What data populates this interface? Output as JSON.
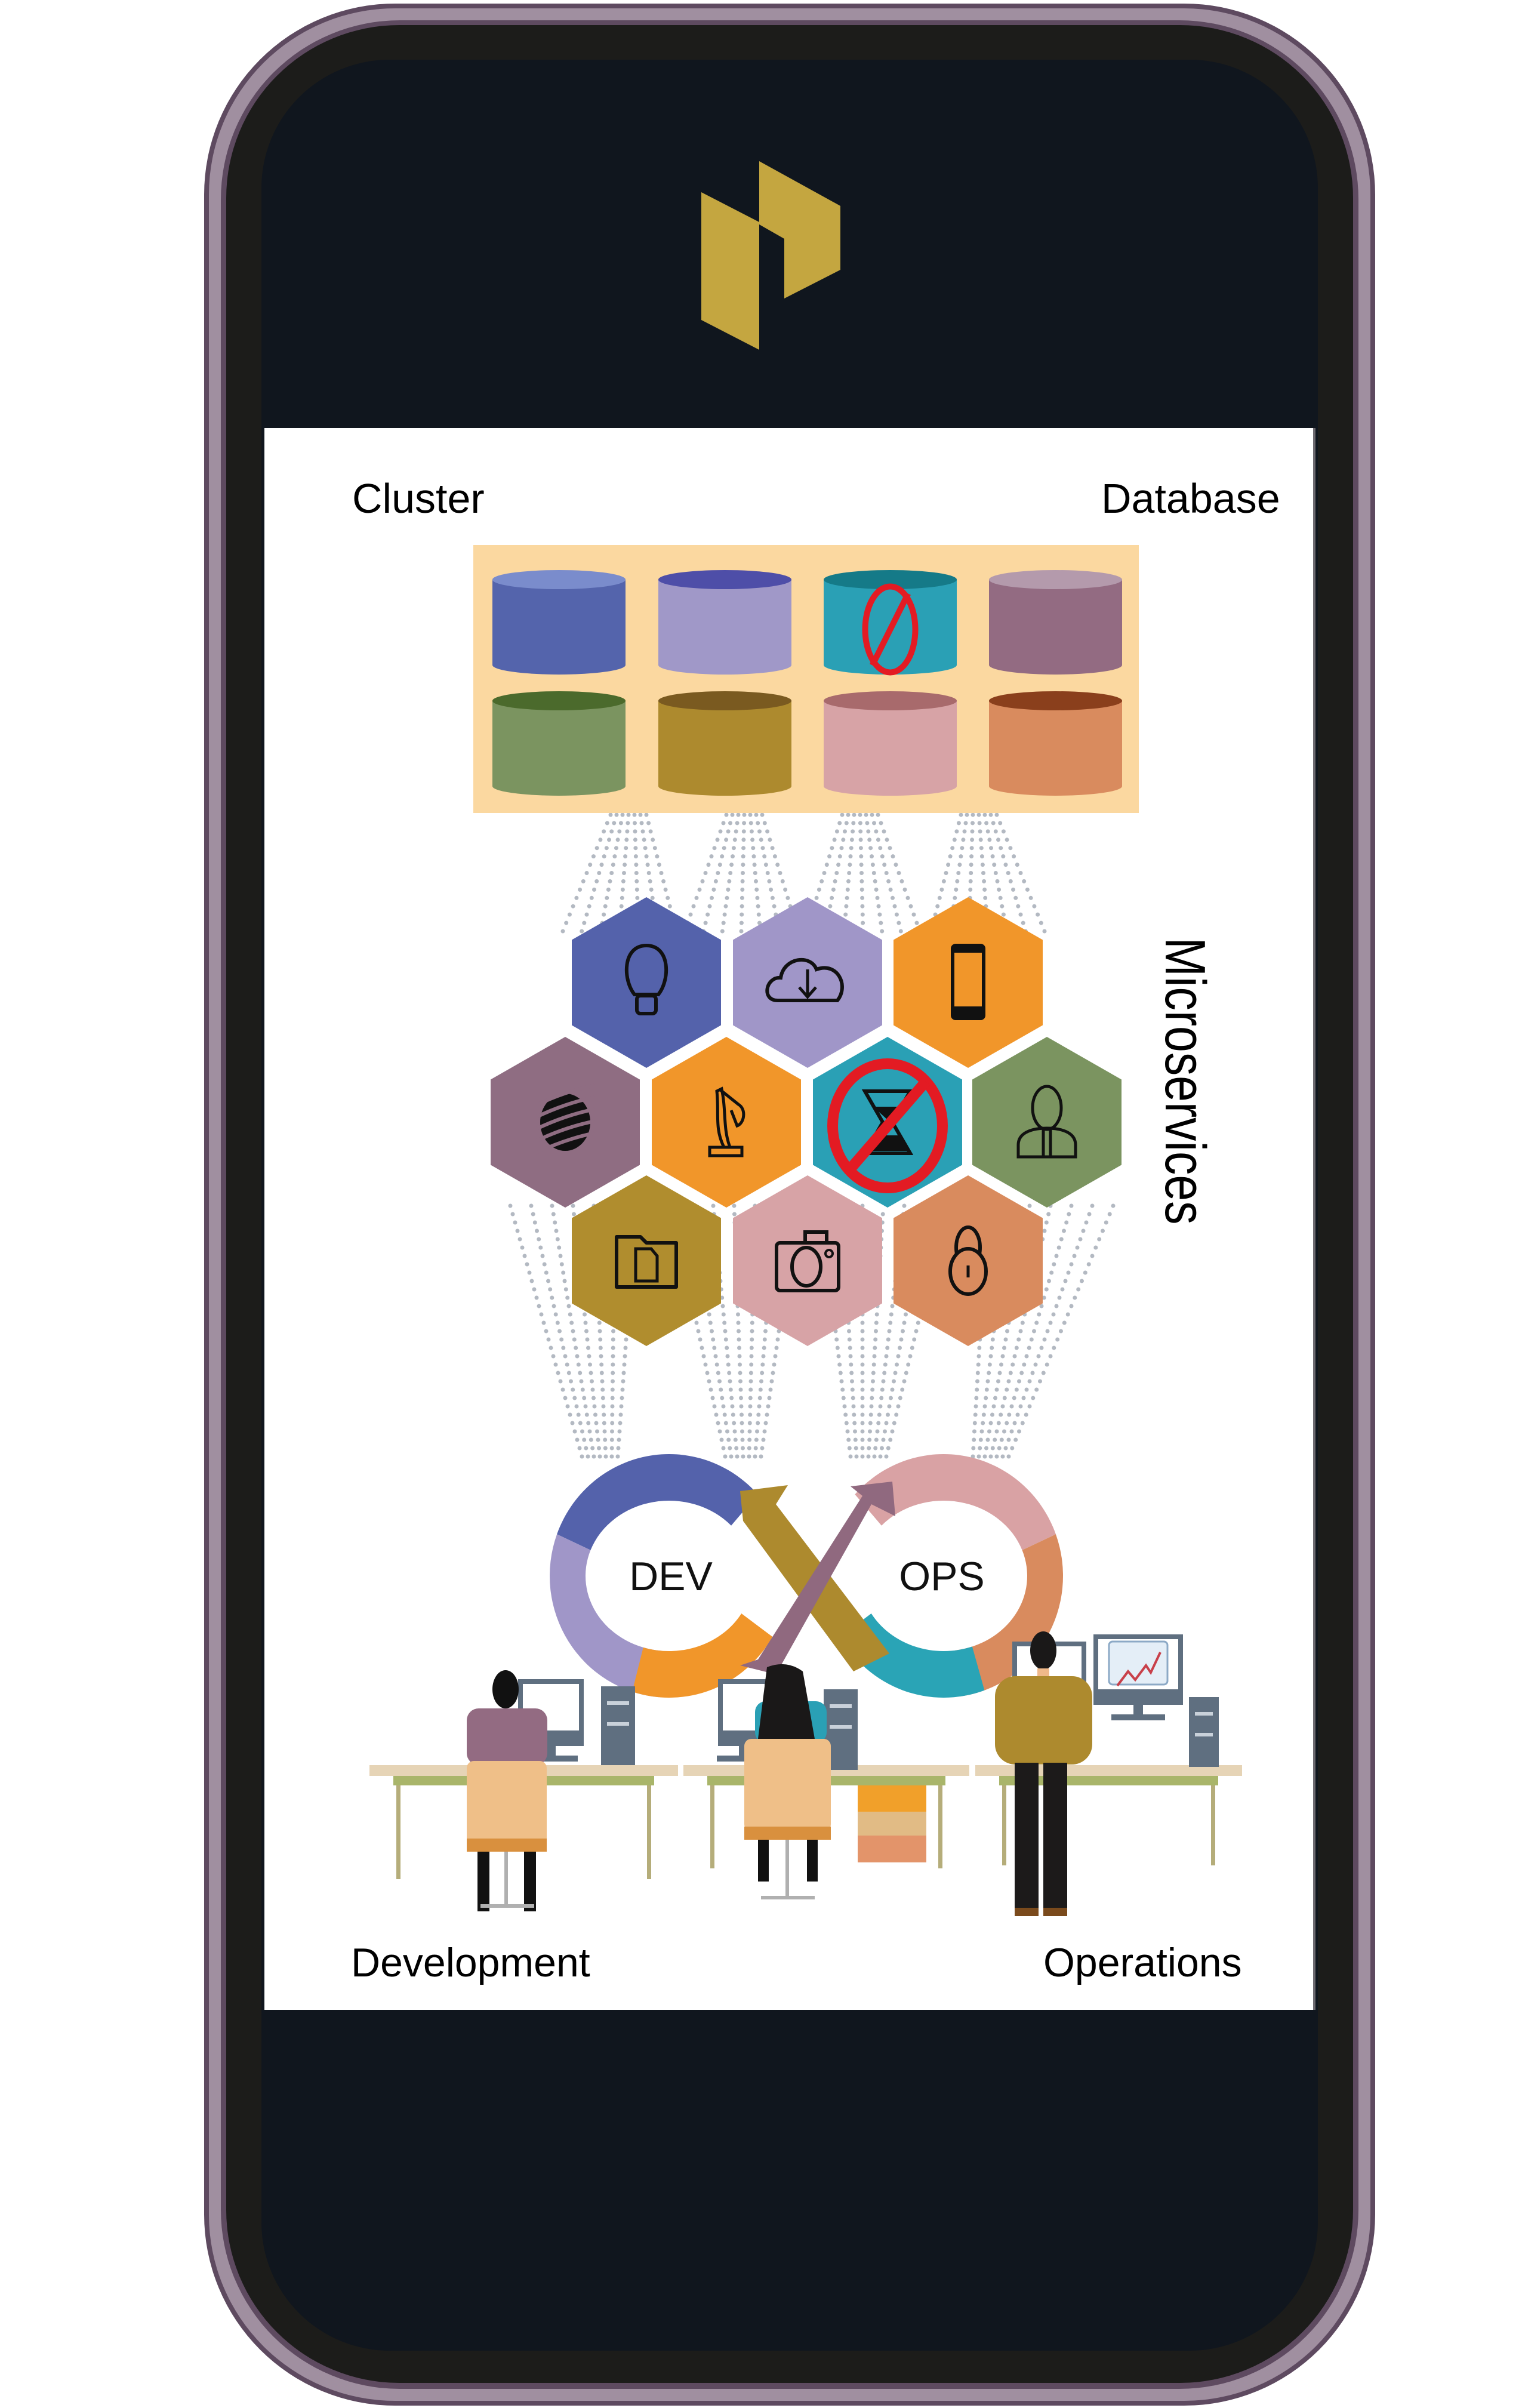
{
  "device": {
    "type": "smartphone-mockup",
    "colors": {
      "rim": "#5e4a60",
      "rim_highlight": "#a08fa0",
      "body": "#1c1c1a",
      "screen": "#10161e"
    }
  },
  "logo": {
    "name": "gold-parallelogram-logo",
    "color": "#c4a640"
  },
  "labels": {
    "cluster": "Cluster",
    "database": "Database",
    "microservices": "Microservices",
    "development": "Development",
    "operations": "Operations",
    "dev": "DEV",
    "ops": "OPS"
  },
  "database_cluster": {
    "background": "#fbd8a0",
    "cylinders": [
      {
        "name": "db-blue",
        "body": "#5464ac",
        "top": "#7a8ccc",
        "blocked": false
      },
      {
        "name": "db-lavender",
        "body": "#a098c8",
        "top": "#4e4ea8",
        "blocked": false
      },
      {
        "name": "db-teal",
        "body": "#2aa0b5",
        "top": "#157a88",
        "blocked": true
      },
      {
        "name": "db-mauve",
        "body": "#936b82",
        "top": "#b49aac",
        "blocked": false
      },
      {
        "name": "db-green",
        "body": "#7b9460",
        "top": "#4b6a2c",
        "blocked": false
      },
      {
        "name": "db-ochre",
        "body": "#ad8a2e",
        "top": "#7a5a20",
        "blocked": false
      },
      {
        "name": "db-pink",
        "body": "#d7a3a6",
        "top": "#a86a6c",
        "blocked": false
      },
      {
        "name": "db-orange",
        "body": "#d98b5e",
        "top": "#8a3f1c",
        "blocked": false
      }
    ]
  },
  "microservices": {
    "hexes": [
      {
        "icon": "lightbulb",
        "color": "#5462ab",
        "blocked": false
      },
      {
        "icon": "cloud-download",
        "color": "#a096c8",
        "blocked": false
      },
      {
        "icon": "mobile-phone",
        "color": "#f1962a",
        "blocked": false
      },
      {
        "icon": "planet",
        "color": "#8f6d82",
        "blocked": false
      },
      {
        "icon": "desk-lamp",
        "color": "#f1962a",
        "blocked": false
      },
      {
        "icon": "hourglass",
        "color": "#2aa0b5",
        "blocked": true
      },
      {
        "icon": "user",
        "color": "#7b9460",
        "blocked": false
      },
      {
        "icon": "folder-file",
        "color": "#b08d2e",
        "blocked": false
      },
      {
        "icon": "camera",
        "color": "#d7a3a6",
        "blocked": false
      },
      {
        "icon": "padlock",
        "color": "#d98b5e",
        "blocked": false
      }
    ],
    "block_color": "#e31b23"
  },
  "devops_loop": {
    "segments": {
      "dev_top": "#5462ab",
      "dev_left": "#a096c8",
      "dev_bottom": "#f1962a",
      "cross_down": "#ad8a2e",
      "cross_up": "#90697f",
      "ops_top": "#d9a2a4",
      "ops_right": "#d98b5e",
      "ops_bottom": "#2aa4b6"
    }
  },
  "people": [
    {
      "role": "developer-seated",
      "shirt": "#936b82"
    },
    {
      "role": "developer-seated-long-hair",
      "shirt": "#2aa0b5"
    },
    {
      "role": "operator-standing",
      "shirt": "#ad8a2e"
    }
  ]
}
